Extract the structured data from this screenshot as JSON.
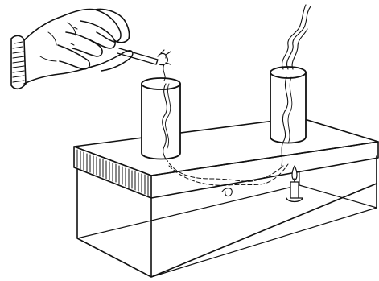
{
  "figure": {
    "style": "black-and-white line illustration",
    "ink_color": "#111111",
    "paper_color": "#ffffff",
    "parts": [
      "hand",
      "lit-taper",
      "left-chimney",
      "right-chimney",
      "box-lid",
      "glass-box",
      "candle",
      "smoke"
    ]
  }
}
